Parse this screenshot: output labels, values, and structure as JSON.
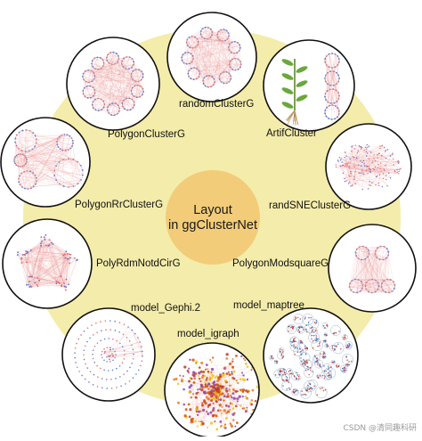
{
  "center": {
    "line1": "Layout",
    "line2": "in ggClusterNet"
  },
  "layouts": [
    {
      "id": "randomClusterG",
      "label": "randomClusterG",
      "style": "random"
    },
    {
      "id": "ArtifCluster",
      "label": "ArtifCluster",
      "style": "artif"
    },
    {
      "id": "randSNEClusterG",
      "label": "randSNEClusterG",
      "style": "sne"
    },
    {
      "id": "PolygonModsquareG",
      "label": "PolygonModsquareG",
      "style": "square"
    },
    {
      "id": "model_maptree",
      "label": "model_maptree",
      "style": "maptree"
    },
    {
      "id": "model_igraph",
      "label": "model_igraph",
      "style": "igraph"
    },
    {
      "id": "model_Gephi.2",
      "label": "model_Gephi.2",
      "style": "gephi"
    },
    {
      "id": "PolyRdmNotdCirG",
      "label": "PolyRdmNotdCirG",
      "style": "polyrdm"
    },
    {
      "id": "PolygonRrClusterG",
      "label": "PolygonRrClusterG",
      "style": "polyrr"
    },
    {
      "id": "PolygonClusterG",
      "label": "PolygonClusterG",
      "style": "polygon"
    }
  ],
  "colors": {
    "ring": "#f4ecaa",
    "center": "#f2cc78",
    "edge": "#ee9c9c",
    "node_blue": "#4a6fd0",
    "node_red": "#e06060",
    "cluster_ring": "#6a6a9a"
  },
  "watermark": "CSDN @清同趣科研"
}
